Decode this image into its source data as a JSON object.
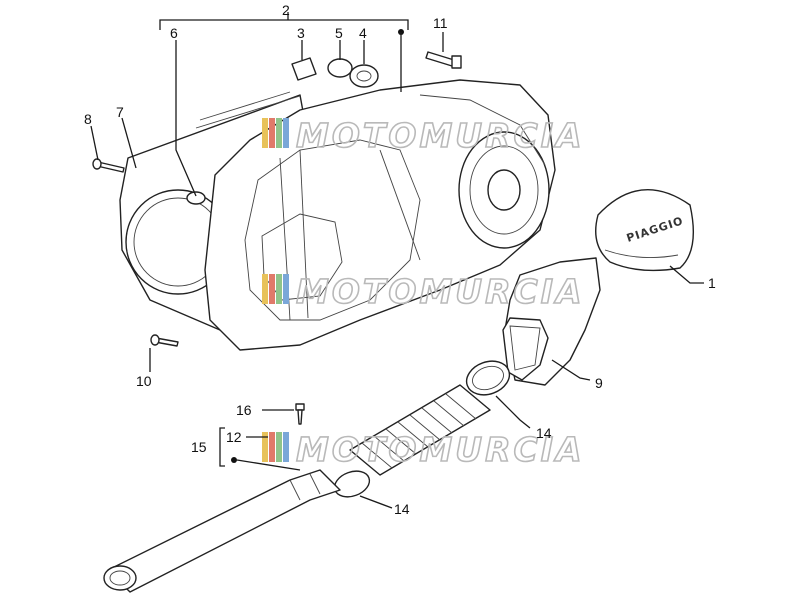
{
  "callouts": {
    "c1": "1",
    "c2": "2",
    "c3": "3",
    "c4": "4",
    "c5": "5",
    "c6": "6",
    "c7": "7",
    "c8": "8",
    "c9": "9",
    "c10": "10",
    "c11": "11",
    "c12": "12",
    "c14a": "14",
    "c14b": "14",
    "c15": "15",
    "c16": "16"
  },
  "cover_brand": "PIAGGIO",
  "watermark": "MOTOMURCIA",
  "watermark_colors": [
    "#e8c25a",
    "#e07a6a",
    "#8fc48a",
    "#7aa7d8"
  ]
}
